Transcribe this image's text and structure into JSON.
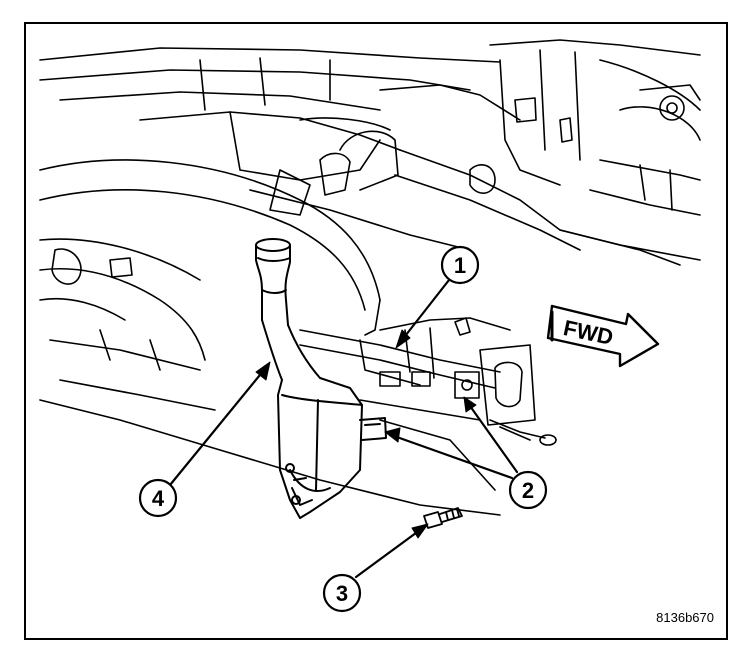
{
  "callouts": [
    {
      "label": "1"
    },
    {
      "label": "2"
    },
    {
      "label": "3"
    },
    {
      "label": "4"
    }
  ],
  "direction_label": "FWD",
  "figure_ref": "8136b670",
  "colors": {
    "ink": "#000000",
    "paper": "#ffffff"
  }
}
